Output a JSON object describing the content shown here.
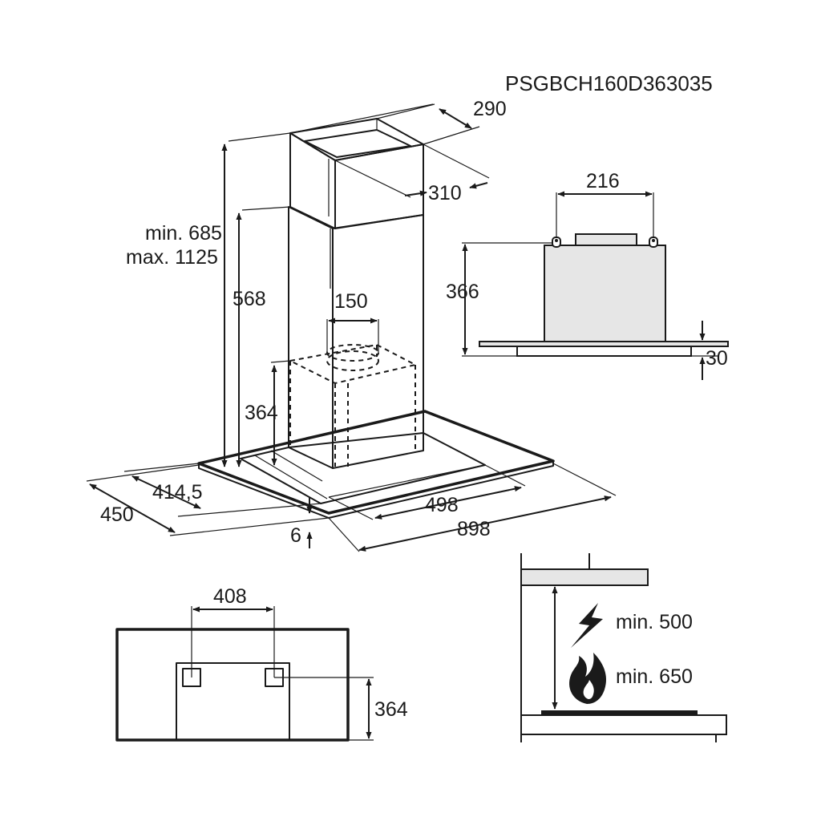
{
  "model_code": "PSGBCH160D363035",
  "main_view": {
    "chimney_depth": "290",
    "chimney_width": "310",
    "height_min": "min. 685",
    "height_max": "max. 1125",
    "lower_chimney": "568",
    "outlet_diameter": "150",
    "motor_height": "364",
    "depth_inner": "414,5",
    "depth_total": "450",
    "glass_thickness": "6",
    "canopy_width": "498",
    "total_width": "898"
  },
  "side_view": {
    "bracket_spacing": "216",
    "body_height": "366",
    "glass_height": "30"
  },
  "mount_view": {
    "hole_spacing": "408",
    "hole_height": "364"
  },
  "clearance_view": {
    "electric_min": "min. 500",
    "gas_min": "min. 650"
  }
}
